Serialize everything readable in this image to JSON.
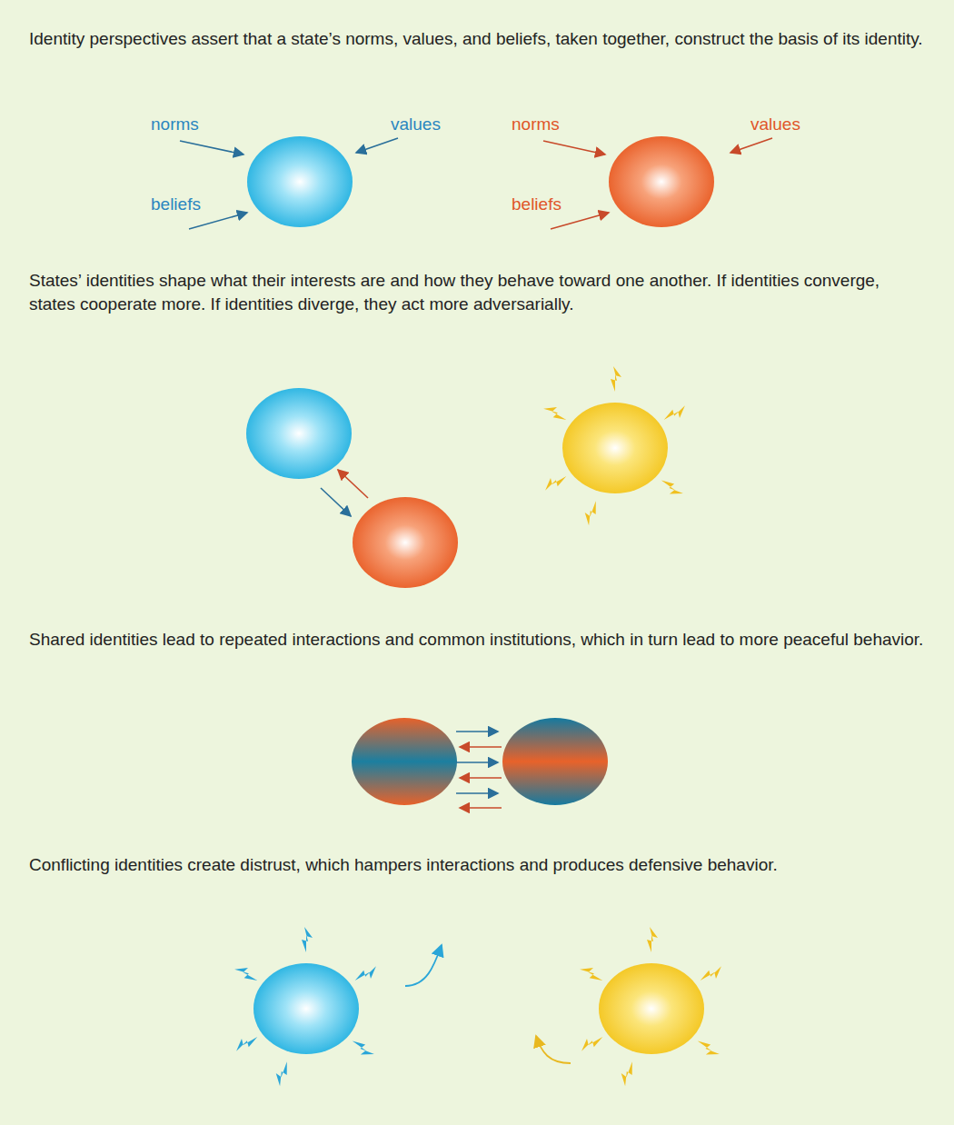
{
  "diagram": {
    "labels": [
      "Identity perspectives assert that a state’s norms, values, and beliefs, taken together, construct the basis of its identity.",
      "norms",
      "values",
      "beliefs",
      "norms",
      "values",
      "beliefs",
      "States’ identities shape what their interests are and how they behave toward one another. If identities converge, states cooperate more. If identities diverge, they act more adversarially.",
      "Shared identities lead to repeated interactions and common institutions, which in turn lead to more peaceful behavior.",
      "Conflicting identities create distrust, which hampers interactions and produces defensive behavior."
    ]
  }
}
